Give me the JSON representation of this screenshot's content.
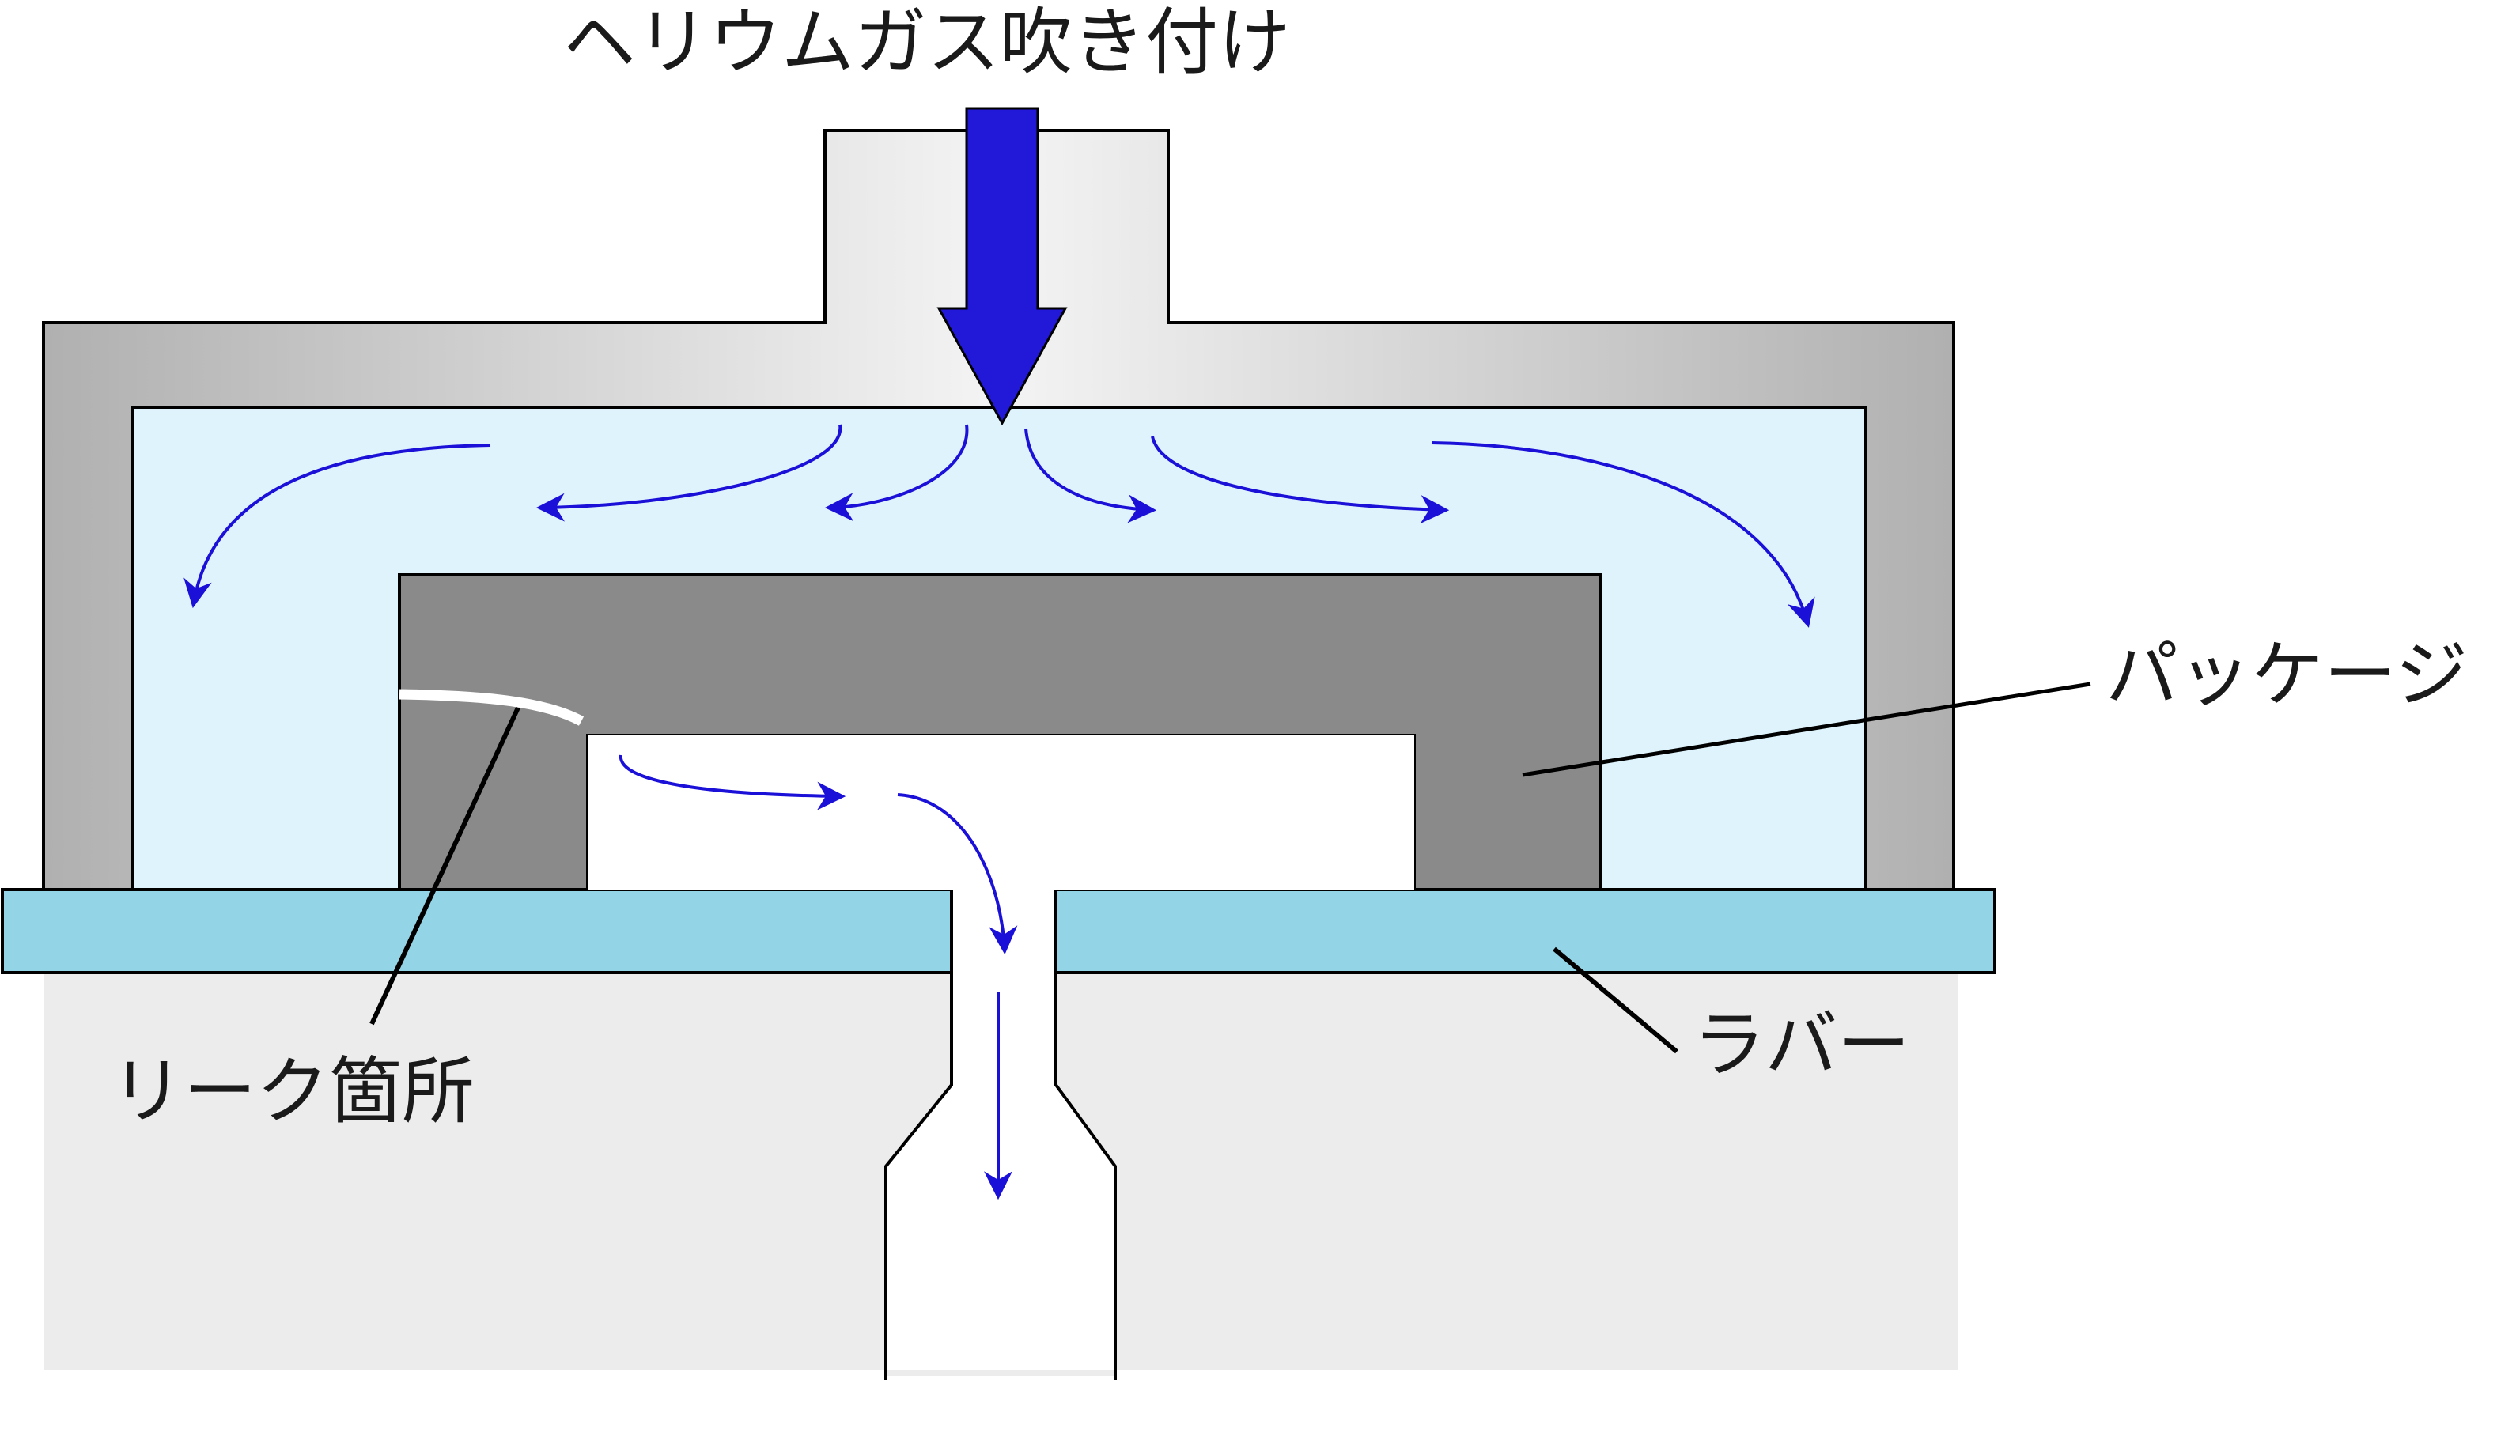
{
  "labels": {
    "helium_spray": "ヘリウムガス吹き付け",
    "package": "パッケージ",
    "rubber": "ラバー",
    "leak_point": "リーク箇所"
  },
  "colors": {
    "helium_fill": "#def3fc",
    "hood_gray": "#b3b3b3",
    "package_gray": "#8a8a8a",
    "rubber_cyan": "#93d5e6",
    "base_gray": "#ececec",
    "arrow_blue": "#1a10d8",
    "flow_blue": "#1a10d8"
  },
  "icons": {
    "main_arrow": "down-arrow-icon",
    "flow_arrows": "curved-arrow-icon"
  }
}
